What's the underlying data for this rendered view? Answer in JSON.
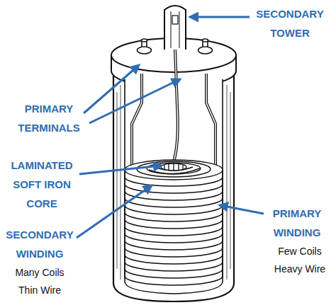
{
  "diagram": {
    "labels": [
      "SECONDARY TOWER",
      "PRIMARY TERMINALS",
      "LAMINATED SOFT IRON CORE",
      "SECONDARY WINDING",
      "Many Coils Thin Wire",
      "PRIMARY WINDING",
      "Few Coils Heavy Wire"
    ]
  }
}
